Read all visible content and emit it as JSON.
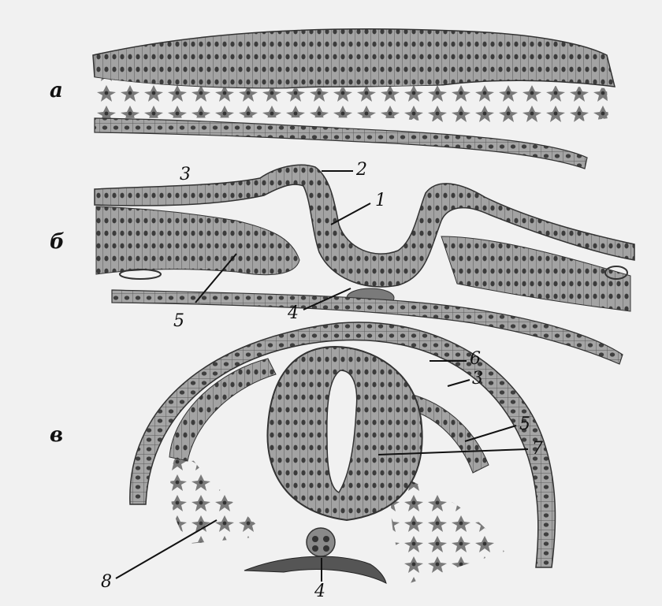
{
  "panels": {
    "a": "а",
    "b": "б",
    "v": "в"
  },
  "callouts": {
    "n1": "1",
    "n2": "2",
    "n3_top": "3",
    "n3_bottom": "3",
    "n4_mid": "4",
    "n4_bottom": "4",
    "n5_left": "5",
    "n5_right": "5",
    "n6": "6",
    "n7": "7",
    "n8": "8"
  },
  "colors": {
    "background": "#f1f1f1",
    "tissue": "#9a9a9a",
    "tissue_dark": "#6e6e6e",
    "cell_nucleus": "#3f3f3f",
    "line": "#111111"
  }
}
